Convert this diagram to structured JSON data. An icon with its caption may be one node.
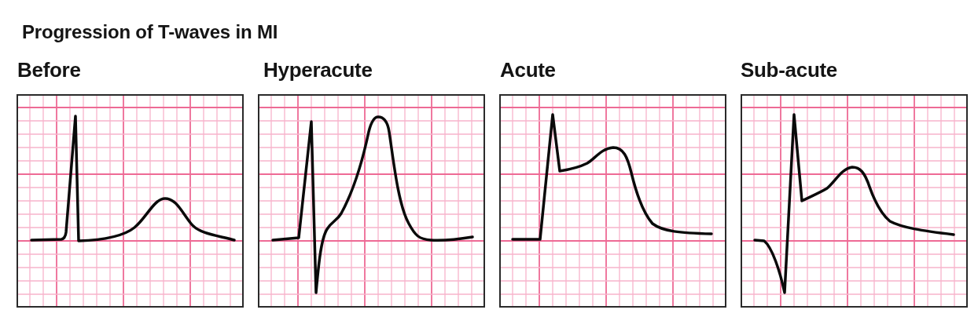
{
  "diagram": {
    "title": "Progression of T-waves in MI",
    "nodes": [
      {
        "text": [
          "Before"
        ]
      },
      {
        "text": [
          "Hyperacute"
        ]
      },
      {
        "text": [
          "Acute"
        ]
      },
      {
        "text": [
          "Sub-acute"
        ]
      }
    ]
  }
}
